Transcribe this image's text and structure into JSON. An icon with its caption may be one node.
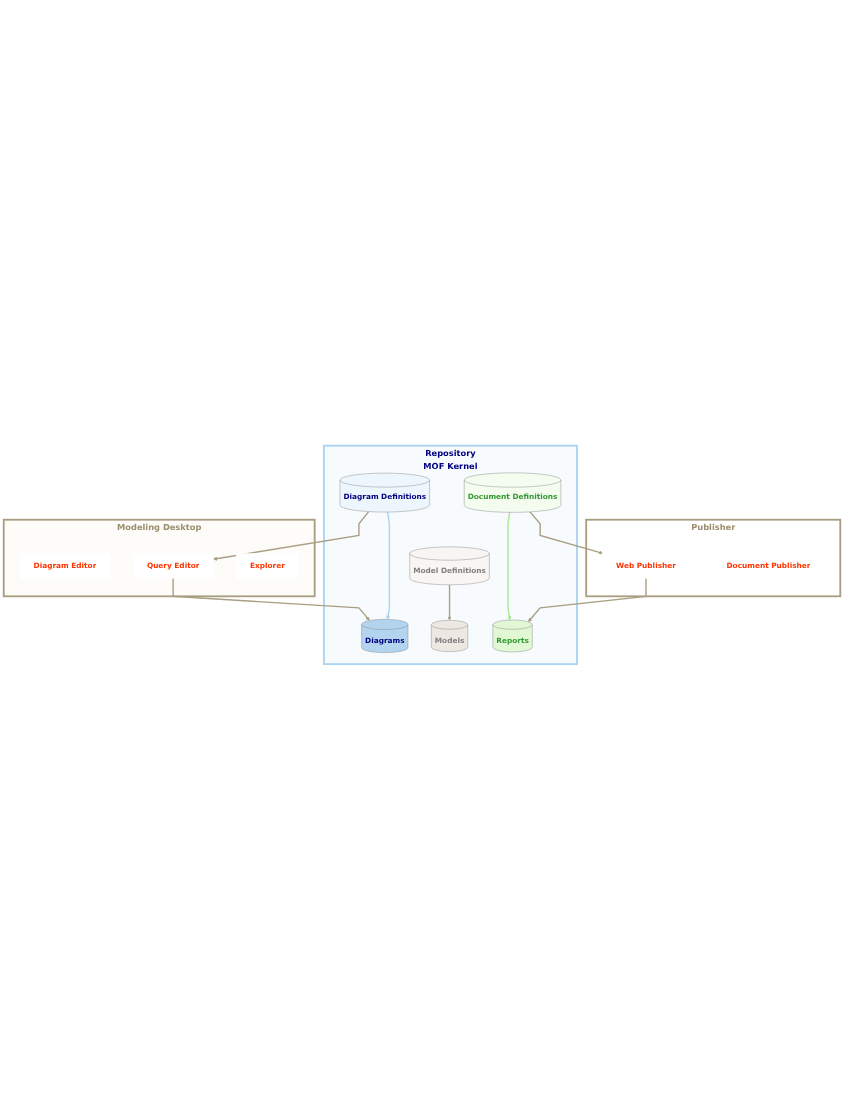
{
  "diagram": {
    "nodes": [
      {
        "text": [
          "Modeling Desktop"
        ]
      },
      {
        "text": [
          "Diagram Editor"
        ],
        "in": 0
      },
      {
        "text": [
          "Query Editor"
        ],
        "in": 0
      },
      {
        "text": [
          "Explorer"
        ],
        "in": 0
      },
      {
        "text": [
          "Repository",
          "MOF Kernel"
        ]
      },
      {
        "text": [
          "Diagram Definitions"
        ],
        "in": 4
      },
      {
        "text": [
          "Model Definitions"
        ],
        "in": 4
      },
      {
        "text": [
          "Document Definitions"
        ],
        "in": 4
      },
      {
        "text": [
          "Diagrams"
        ],
        "in": 4
      },
      {
        "text": [
          "Models"
        ],
        "in": 4
      },
      {
        "text": [
          "Reports"
        ],
        "in": 4
      },
      {
        "text": [
          "Publisher"
        ]
      },
      {
        "text": [
          "Web Publisher"
        ],
        "in": 11
      },
      {
        "text": [
          "Document Publisher"
        ],
        "in": 11
      }
    ],
    "edges": [
      {
        "from": 5,
        "to": 2,
        "arrow": "to"
      },
      {
        "from": 2,
        "to": 8,
        "arrow": "to"
      },
      {
        "from": 5,
        "to": 8,
        "arrow": "to",
        "color": "#a9d3f0"
      },
      {
        "from": 6,
        "to": 9,
        "arrow": "to"
      },
      {
        "from": 7,
        "to": 10,
        "arrow": "to",
        "color": "#a6e88a"
      },
      {
        "from": 7,
        "to": 12,
        "arrow": "to"
      },
      {
        "from": 12,
        "to": 10,
        "arrow": "to"
      }
    ]
  }
}
